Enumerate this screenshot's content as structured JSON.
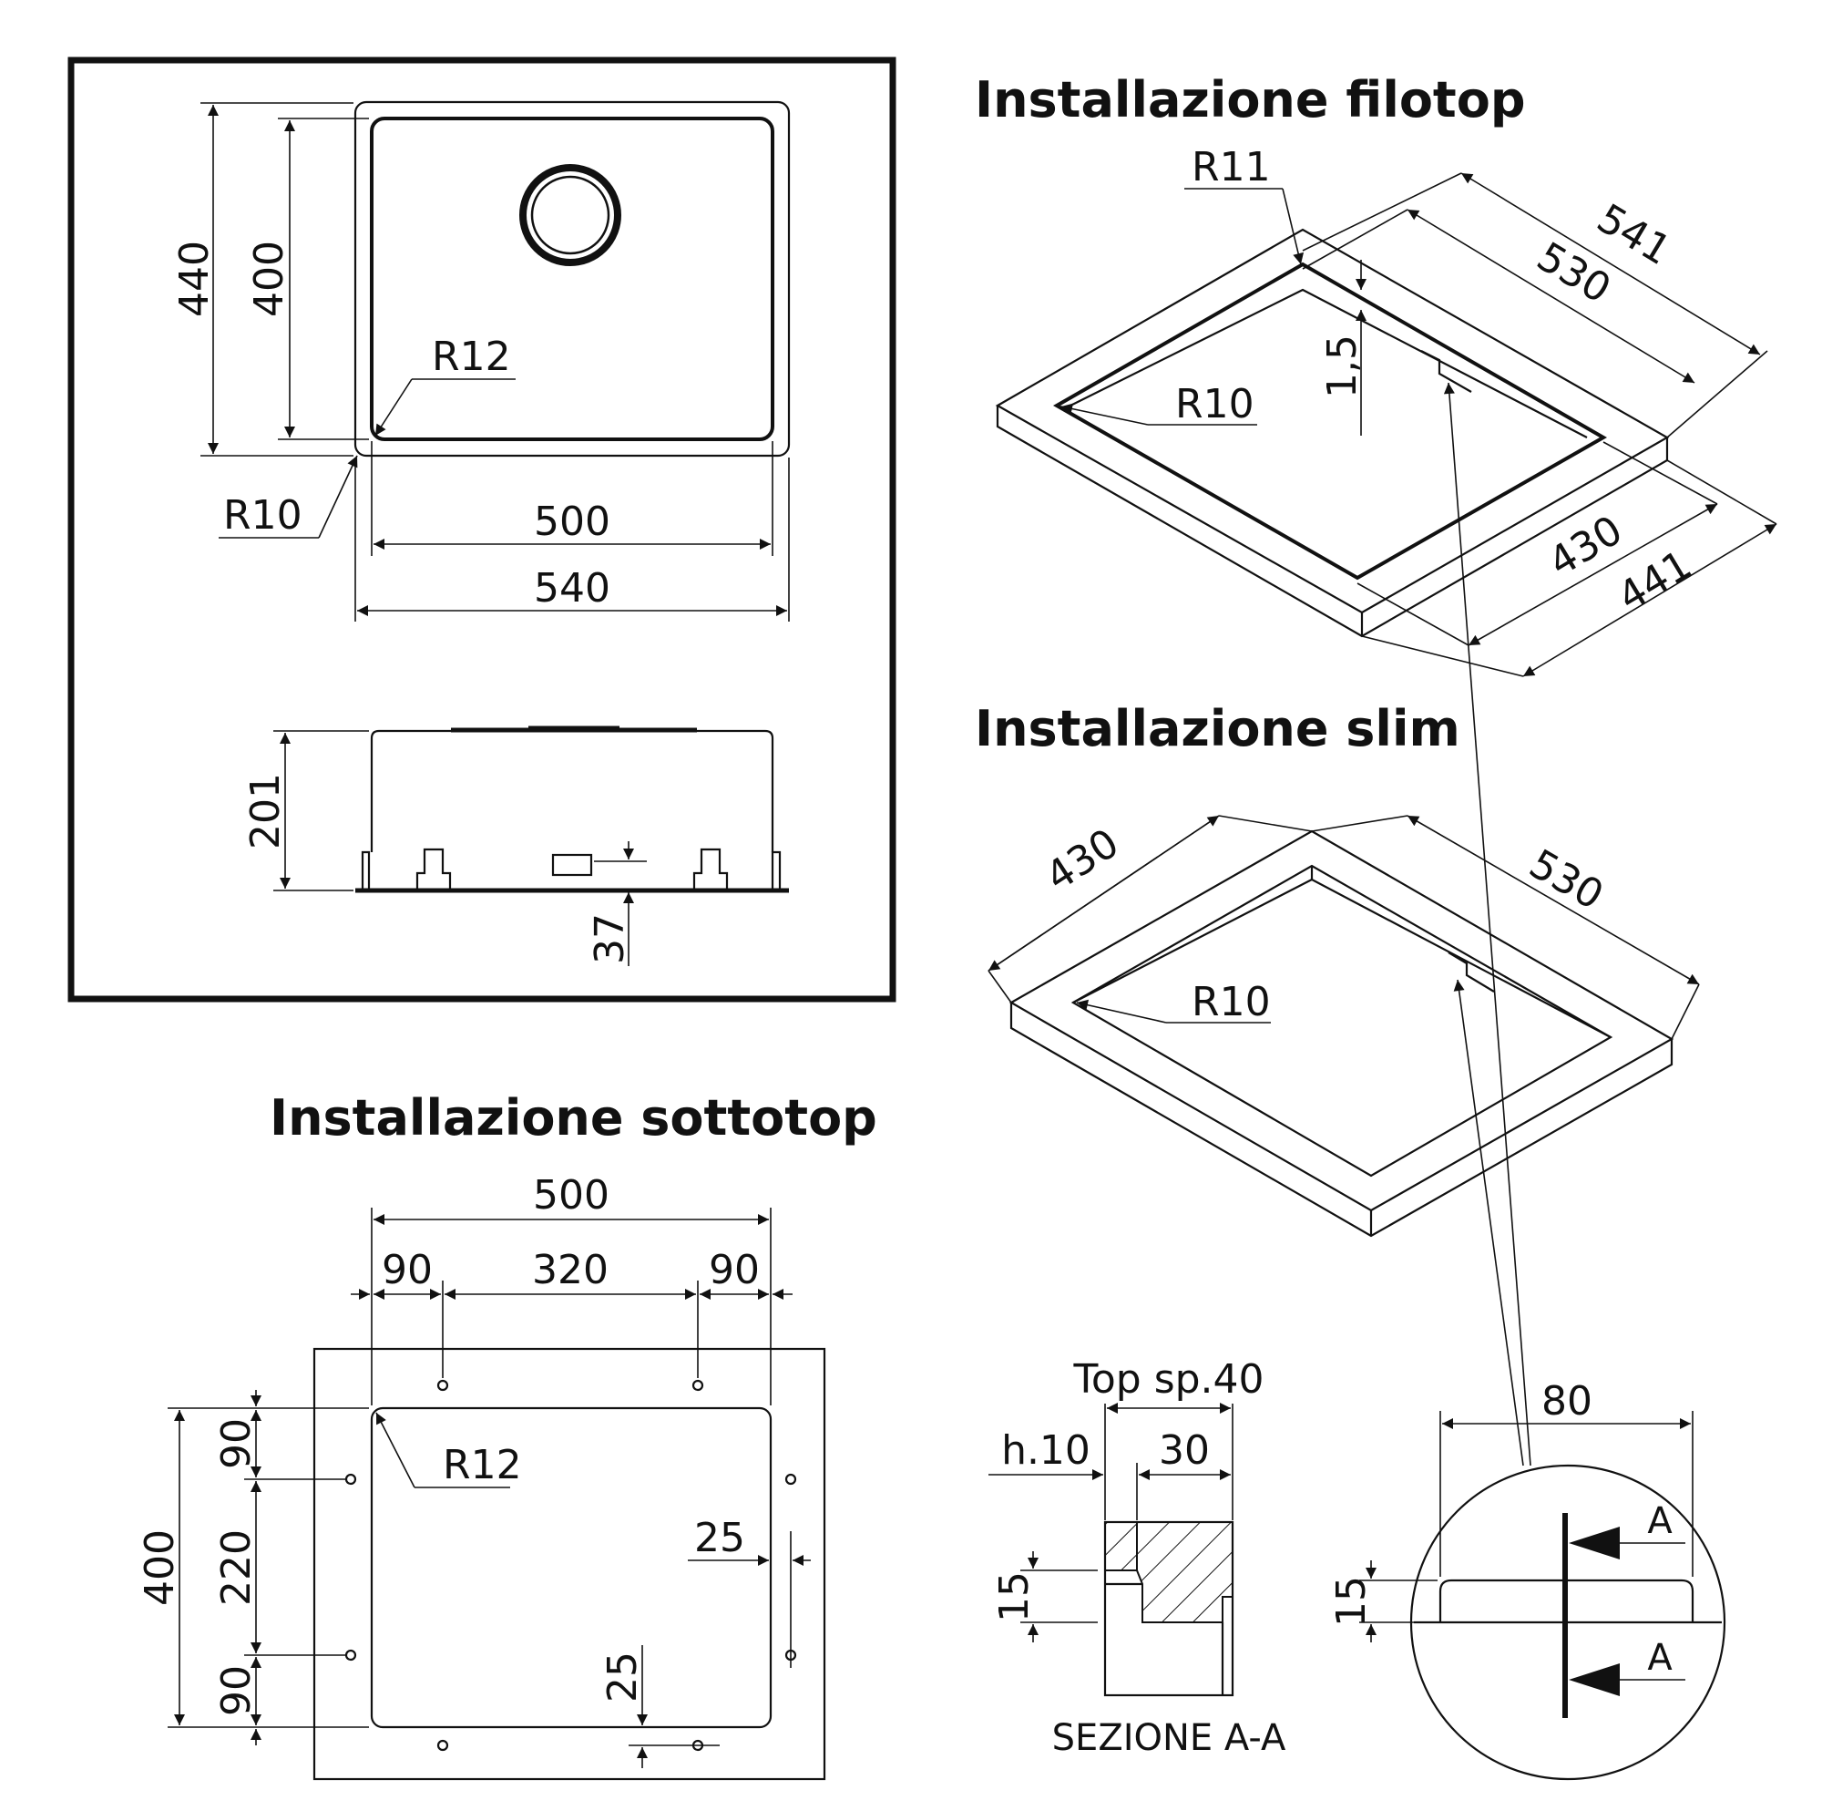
{
  "headings": {
    "filotop": "Installazione filotop",
    "slim": "Installazione slim",
    "sottotop": "Installazione sottotop"
  },
  "top_view": {
    "height_outer": "440",
    "height_inner": "400",
    "radius_inner": "R12",
    "radius_outer": "R10",
    "width_inner": "500",
    "width_outer": "540"
  },
  "side_view": {
    "depth": "201",
    "bracket": "37"
  },
  "filotop": {
    "r_outer": "R11",
    "r_inner": "R10",
    "step": "1,5",
    "len_outer": "541",
    "len_inner": "530",
    "wid_inner": "430",
    "wid_outer": "441"
  },
  "slim": {
    "width": "430",
    "length": "530",
    "radius": "R10"
  },
  "sottotop": {
    "total_width": "500",
    "left_offset": "90",
    "hole_spacing_x": "320",
    "right_offset": "90",
    "radius": "R12",
    "total_height": "400",
    "top_offset": "90",
    "hole_spacing_y": "220",
    "bottom_offset": "90",
    "side_margin": "25",
    "bottom_margin": "25"
  },
  "section": {
    "top": "Top sp.40",
    "h": "h.10",
    "w30": "30",
    "h15": "15",
    "caption": "SEZIONE A-A"
  },
  "detail": {
    "width": "80",
    "height": "15",
    "cut_upper": "A",
    "cut_lower": "A"
  }
}
